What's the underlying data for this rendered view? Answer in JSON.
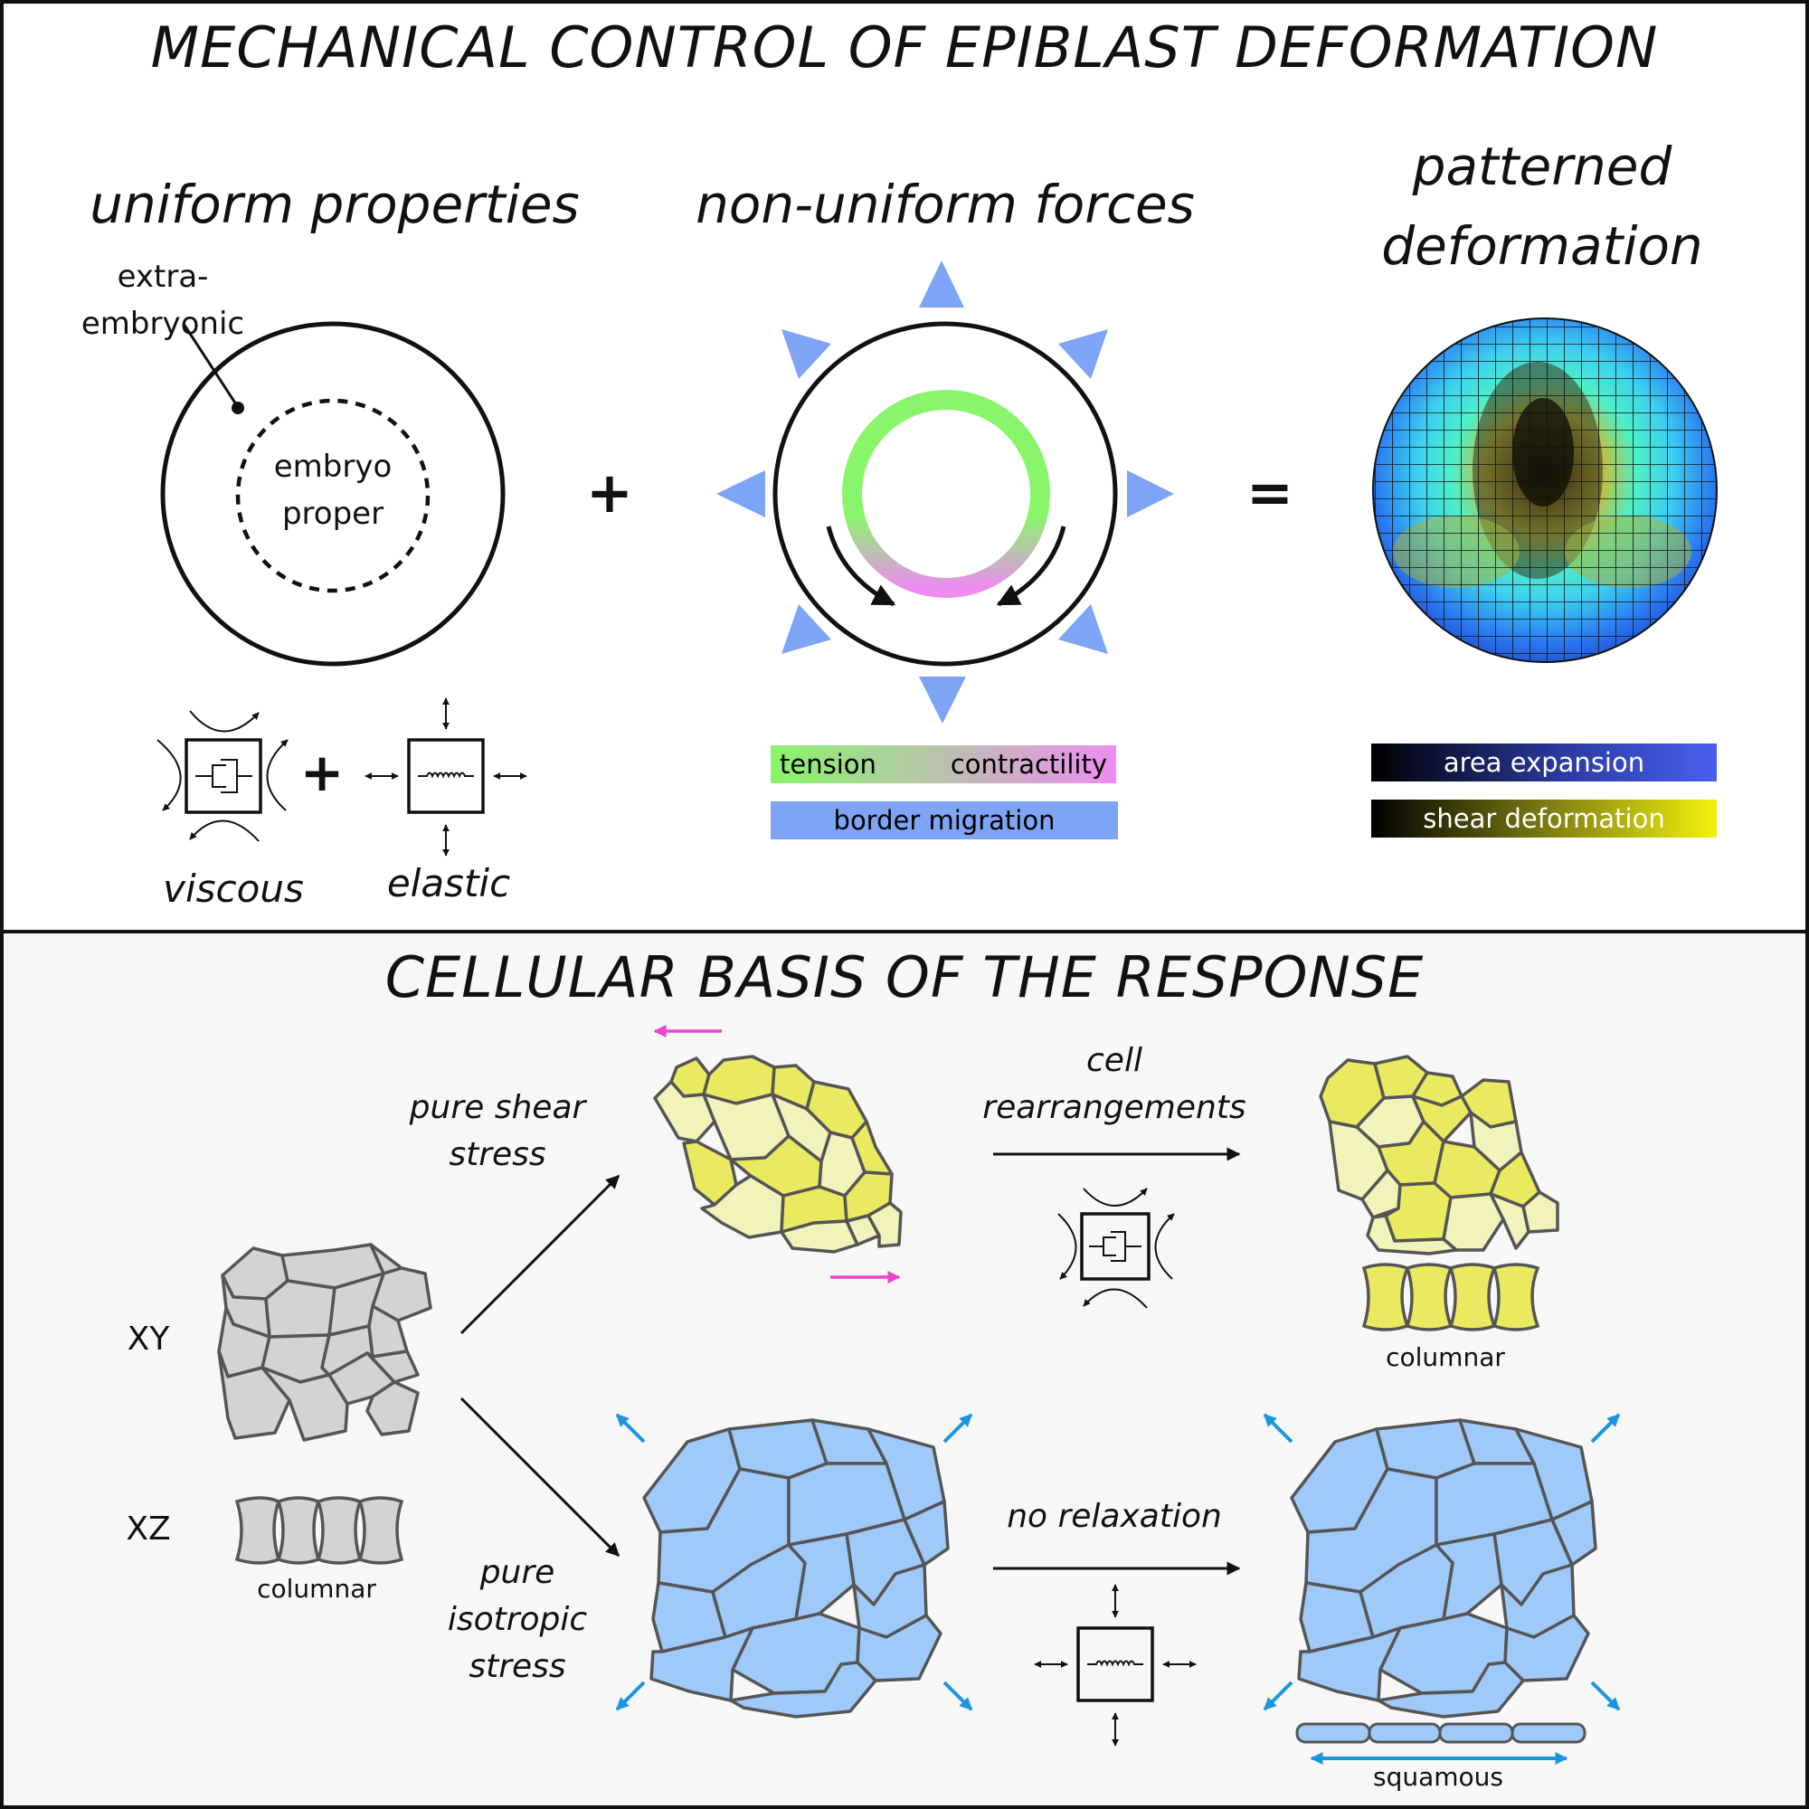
{
  "top": {
    "title": "MECHANICAL CONTROL OF EPIBLAST DEFORMATION",
    "uniform_title": "uniform properties",
    "nonuniform_title": "non-uniform forces",
    "patterned_title_line1": "patterned",
    "patterned_title_line2": "deformation",
    "extra_line1": "extra-",
    "extra_line2": "embryonic",
    "embryo_line1": "embryo",
    "embryo_line2": "proper",
    "plus": "+",
    "equals": "=",
    "viscous": "viscous",
    "elastic": "elastic",
    "legend": {
      "tension": "tension",
      "contractility": "contractility",
      "border_migration": "border migration",
      "area_expansion": "area expansion",
      "shear_deformation": "shear deformation"
    },
    "colors": {
      "tension": "#88f56a",
      "contractility": "#ee8cf2",
      "border": "#7da4f5",
      "area": "#4a5ff0",
      "shear": "#f2f20c"
    }
  },
  "bottom": {
    "title": "CELLULAR BASIS OF THE RESPONSE",
    "xy": "XY",
    "xz": "XZ",
    "columnar_left": "columnar",
    "columnar_right": "columnar",
    "squamous": "squamous",
    "pure_shear_line1": "pure shear",
    "pure_shear_line2": "stress",
    "pure_iso_line1": "pure",
    "pure_iso_line2": "isotropic",
    "pure_iso_line3": "stress",
    "cell_rearr_line1": "cell",
    "cell_rearr_line2": "rearrangements",
    "no_relax": "no relaxation",
    "colors": {
      "gray_cell": "#d3d3d3",
      "yellow_cell": "#eaea60",
      "pale_yellow_cell": "#f1f3bb",
      "blue_cell": "#9fc9f9",
      "magenta_arrow": "#ee44cc",
      "cyan_arrow": "#1b96de"
    }
  }
}
